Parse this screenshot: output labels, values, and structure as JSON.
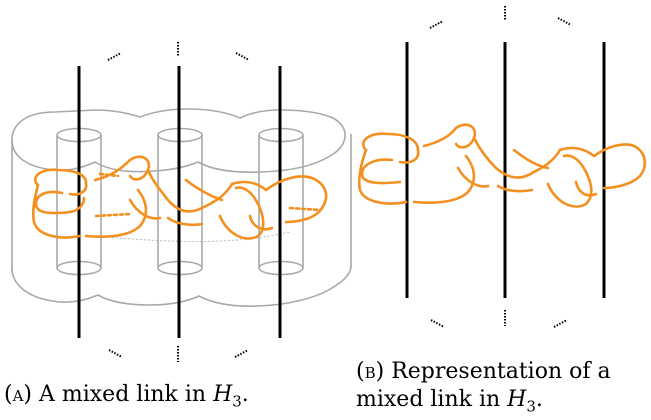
{
  "colors": {
    "strand": "#f39020",
    "axis": "#000000",
    "handlebody": "#a0a0a0"
  },
  "captions": {
    "a": {
      "tag": "(a)",
      "text": "A mixed link in",
      "math": "H",
      "sub": "3",
      "end": "."
    },
    "b": {
      "tag": "(b)",
      "text": "Representation of a",
      "line2": "mixed link in",
      "math": "H",
      "sub": "3",
      "end": "."
    }
  }
}
